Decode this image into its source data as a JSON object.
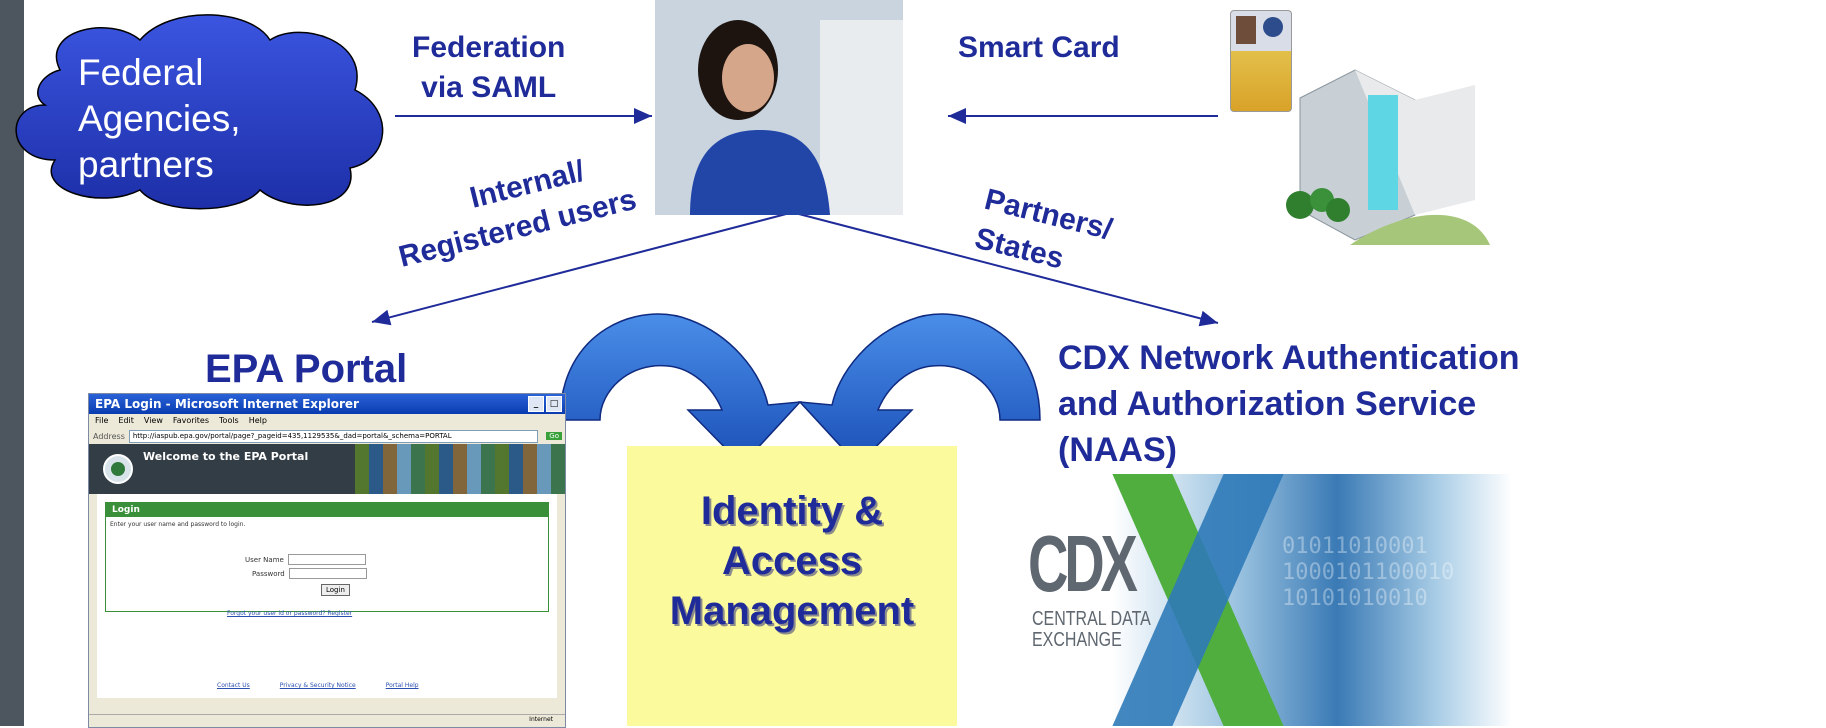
{
  "cloud": {
    "lines": [
      "Federal",
      "Agencies,",
      "partners"
    ]
  },
  "labels": {
    "federation": [
      "Federation",
      "via SAML"
    ],
    "smart_card": "Smart Card",
    "internal": [
      "Internal/",
      "Registered users"
    ],
    "partners": [
      "Partners/",
      "States"
    ],
    "epa_portal": "EPA Portal",
    "cdx_service": [
      "CDX Network Authentication",
      "and Authorization Service",
      "(NAAS)"
    ],
    "idm": [
      "Identity &",
      "Access",
      "Management"
    ]
  },
  "browser": {
    "title": "EPA Login - Microsoft Internet Explorer",
    "menu": [
      "File",
      "Edit",
      "View",
      "Favorites",
      "Tools",
      "Help"
    ],
    "address_label": "Address",
    "url": "http://iaspub.epa.gov/portal/page?_pageid=435,1129535&_dad=portal&_schema=PORTAL",
    "go": "Go",
    "welcome": "Welcome to the EPA Portal",
    "login_header": "Login",
    "login_hint": "Enter your user name and password to login.",
    "user_name_label": "User Name",
    "password_label": "Password",
    "login_button": "Login",
    "forgot_link": "Forgot your user id or password?",
    "register_link": "Register",
    "footer_links": [
      "Contact Us",
      "Privacy & Security Notice",
      "Portal Help"
    ],
    "status_zone": "Internet"
  },
  "cdx_logo": {
    "big": "CDX",
    "sub": [
      "CENTRAL DATA",
      "EXCHANGE"
    ],
    "binary": [
      "01011010001",
      "1000101100010",
      "10101010010"
    ]
  },
  "colors": {
    "label": "#1f2b99",
    "cloud": "#2b3fc8",
    "arrow": "#2940c0",
    "idm_box": "#fbfa9c",
    "sidebar": "#4d555f"
  }
}
